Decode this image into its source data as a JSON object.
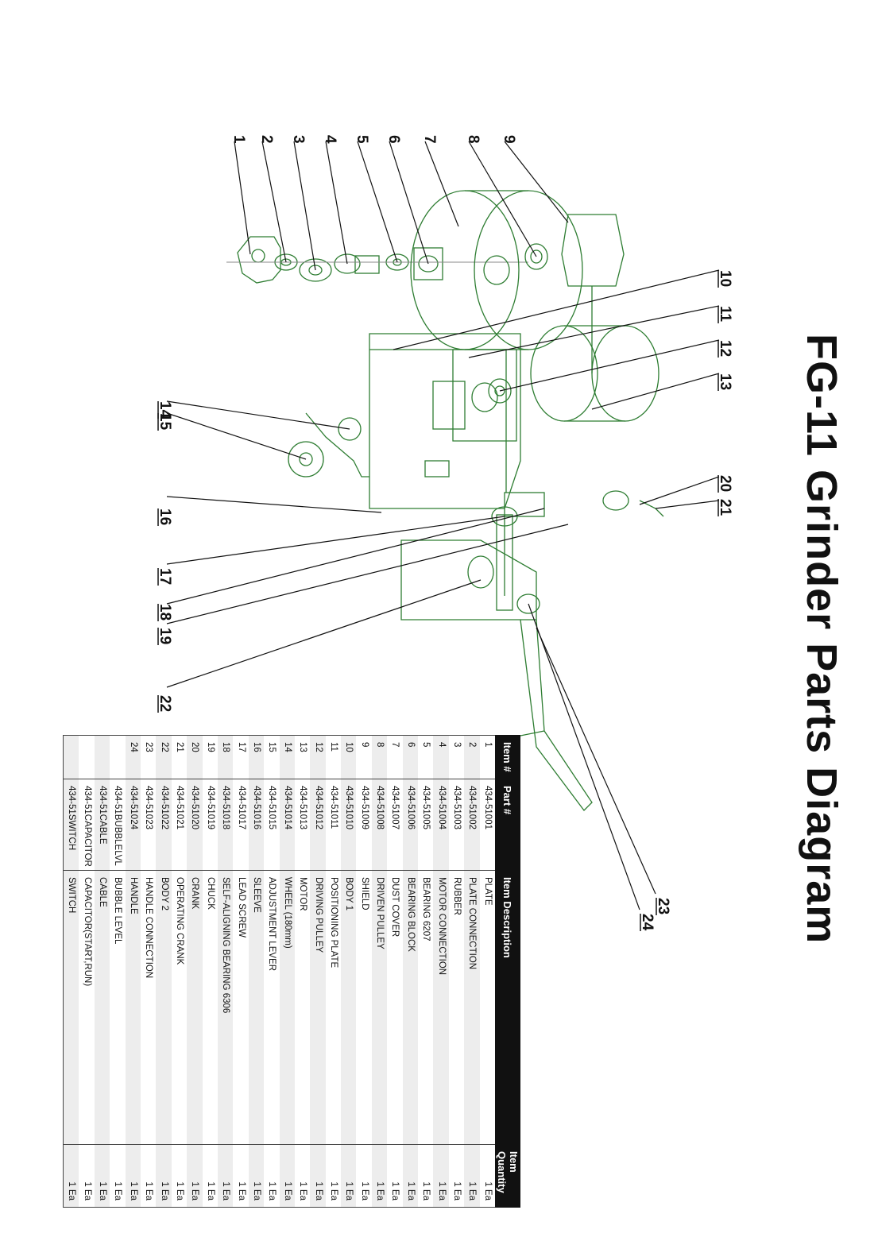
{
  "title": "FG-11 Grinder Parts Diagram",
  "callouts": [
    "1",
    "2",
    "3",
    "4",
    "5",
    "6",
    "7",
    "8",
    "9",
    "10",
    "11",
    "12",
    "13",
    "14",
    "15",
    "16",
    "17",
    "18",
    "19",
    "20",
    "21",
    "22",
    "23",
    "24"
  ],
  "table": {
    "headers": [
      "Item #",
      "Part #",
      "Item Description",
      "Item Quantity"
    ],
    "rows": [
      [
        "1",
        "434-51001",
        "PLATE",
        "1 Ea"
      ],
      [
        "2",
        "434-51002",
        "PLATE CONNECTION",
        "1 Ea"
      ],
      [
        "3",
        "434-51003",
        "RUBBER",
        "1 Ea"
      ],
      [
        "4",
        "434-51004",
        "MOTOR CONNECTION",
        "1 Ea"
      ],
      [
        "5",
        "434-51005",
        "BEARING 6207",
        "1 Ea"
      ],
      [
        "6",
        "434-51006",
        "BEARING BLOCK",
        "1 Ea"
      ],
      [
        "7",
        "434-51007",
        "DUST COVER",
        "1 Ea"
      ],
      [
        "8",
        "434-51008",
        "DRIVEN PULLEY",
        "1 Ea"
      ],
      [
        "9",
        "434-51009",
        "SHIELD",
        "1 Ea"
      ],
      [
        "10",
        "434-51010",
        "BODY 1",
        "1 Ea"
      ],
      [
        "11",
        "434-51011",
        "POSITIONING PLATE",
        "1 Ea"
      ],
      [
        "12",
        "434-51012",
        "DRIVING PULLEY",
        "1 Ea"
      ],
      [
        "13",
        "434-51013",
        "MOTOR",
        "1 Ea"
      ],
      [
        "14",
        "434-51014",
        "WHEEL (180mm)",
        "1 Ea"
      ],
      [
        "15",
        "434-51015",
        "ADJUSTMENT LEVER",
        "1 Ea"
      ],
      [
        "16",
        "434-51016",
        "SLEEVE",
        "1 Ea"
      ],
      [
        "17",
        "434-51017",
        "LEAD SCREW",
        "1 Ea"
      ],
      [
        "18",
        "434-51018",
        "SELF-ALIGNING BEARING 6306",
        "1 Ea"
      ],
      [
        "19",
        "434-51019",
        "CHUCK",
        "1 Ea"
      ],
      [
        "20",
        "434-51020",
        "CRANK",
        "1 Ea"
      ],
      [
        "21",
        "434-51021",
        "OPERATING CRANK",
        "1 Ea"
      ],
      [
        "22",
        "434-51022",
        "BODY 2",
        "1 Ea"
      ],
      [
        "23",
        "434-51023",
        "HANDLE CONNECTION",
        "1 Ea"
      ],
      [
        "24",
        "434-51024",
        "HANDLE",
        "1 Ea"
      ],
      [
        "",
        "434-51BUBBLELVL",
        "BUBBLE LEVEL",
        "1 Ea"
      ],
      [
        "",
        "434-51CABLE",
        "CABLE",
        "1 Ea"
      ],
      [
        "",
        "434-51CAPACITOR",
        "CAPACITOR(START,RUN)",
        "1 Ea"
      ],
      [
        "",
        "434-51SWITCH",
        "SWITCH",
        "1 Ea"
      ]
    ]
  }
}
